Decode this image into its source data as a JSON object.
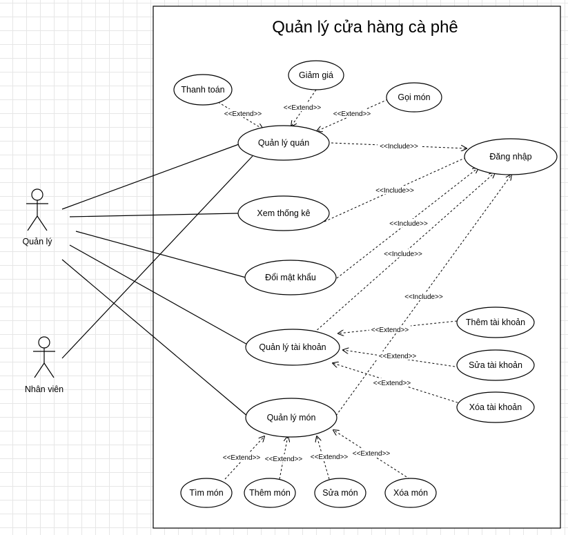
{
  "system": {
    "title": "Quản lý cửa hàng cà phê"
  },
  "actors": {
    "manager": "Quản lý",
    "staff": "Nhân viên"
  },
  "usecases": {
    "thanh_toan": "Thanh toán",
    "giam_gia": "Giảm giá",
    "goi_mon": "Gọi món",
    "quan_ly_quan": "Quản lý quán",
    "dang_nhap": "Đăng nhập",
    "xem_thong_ke": "Xem thống kê",
    "doi_mat_khau": "Đổi mật khẩu",
    "quan_ly_tai_khoan": "Quản lý tài khoản",
    "them_tai_khoan": "Thêm tài khoản",
    "sua_tai_khoan": "Sửa tài khoản",
    "xoa_tai_khoan": "Xóa tài khoản",
    "quan_ly_mon": "Quản lý món",
    "tim_mon": "Tìm món",
    "them_mon": "Thêm món",
    "sua_mon": "Sửa món",
    "xoa_mon": "Xóa món"
  },
  "relations": {
    "extend": "<<Extend>>",
    "include": "<<Include>>"
  }
}
